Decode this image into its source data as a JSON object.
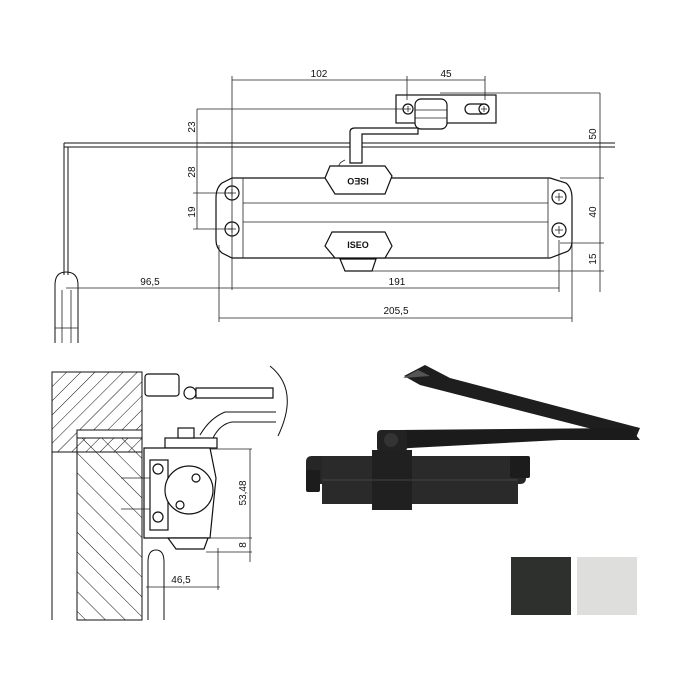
{
  "brand_logo": "ISEO",
  "top_view": {
    "dimensions": {
      "arm_offset": "102",
      "slot_length": "45",
      "bracket_height": "23",
      "arm_to_body": "28",
      "screw_spacing_vertical": "19",
      "overall_height": "50",
      "body_height": "40",
      "lower_offset": "15",
      "hinge_offset": "96,5",
      "screw_spacing_horizontal": "191",
      "overall_length": "205,5"
    }
  },
  "side_view": {
    "dimensions": {
      "body_depth": "53,48",
      "bottom_cap": "8",
      "hinge_to_body": "46,5"
    }
  },
  "color_swatches": [
    {
      "name": "black",
      "color": "#2e302d"
    },
    {
      "name": "silver",
      "color": "#dededd"
    }
  ]
}
